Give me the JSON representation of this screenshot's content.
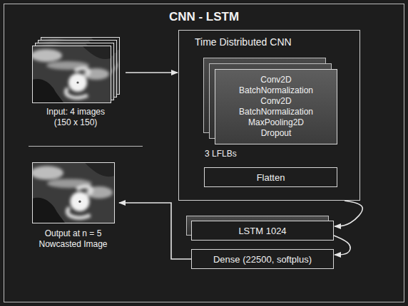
{
  "diagram": {
    "title": "CNN - LSTM",
    "nodes": [
      {
        "text": [
          "Input: 4 images (150 x 150)"
        ]
      },
      {
        "text": [
          "Output at n = 5 Nowcasted Image"
        ]
      },
      {
        "text": [
          "Time Distributed CNN"
        ]
      },
      {
        "text": [
          "Conv2D BatchNormalization Conv2D BatchNormalization MaxPooling2D Dropout",
          "3 LFLBs"
        ],
        "in": 2
      },
      {
        "text": [
          "Flatten"
        ],
        "in": 2
      },
      {
        "text": [
          "LSTM 1024"
        ]
      },
      {
        "text": [
          "Dense (22500, softplus)"
        ]
      }
    ],
    "edges": [
      {
        "from": 0,
        "to": 2,
        "arrow": "to"
      },
      {
        "from": 2,
        "to": 5,
        "arrow": "to"
      },
      {
        "from": 5,
        "to": 6,
        "arrow": "to"
      },
      {
        "from": 6,
        "to": 1,
        "arrow": "to"
      }
    ]
  }
}
